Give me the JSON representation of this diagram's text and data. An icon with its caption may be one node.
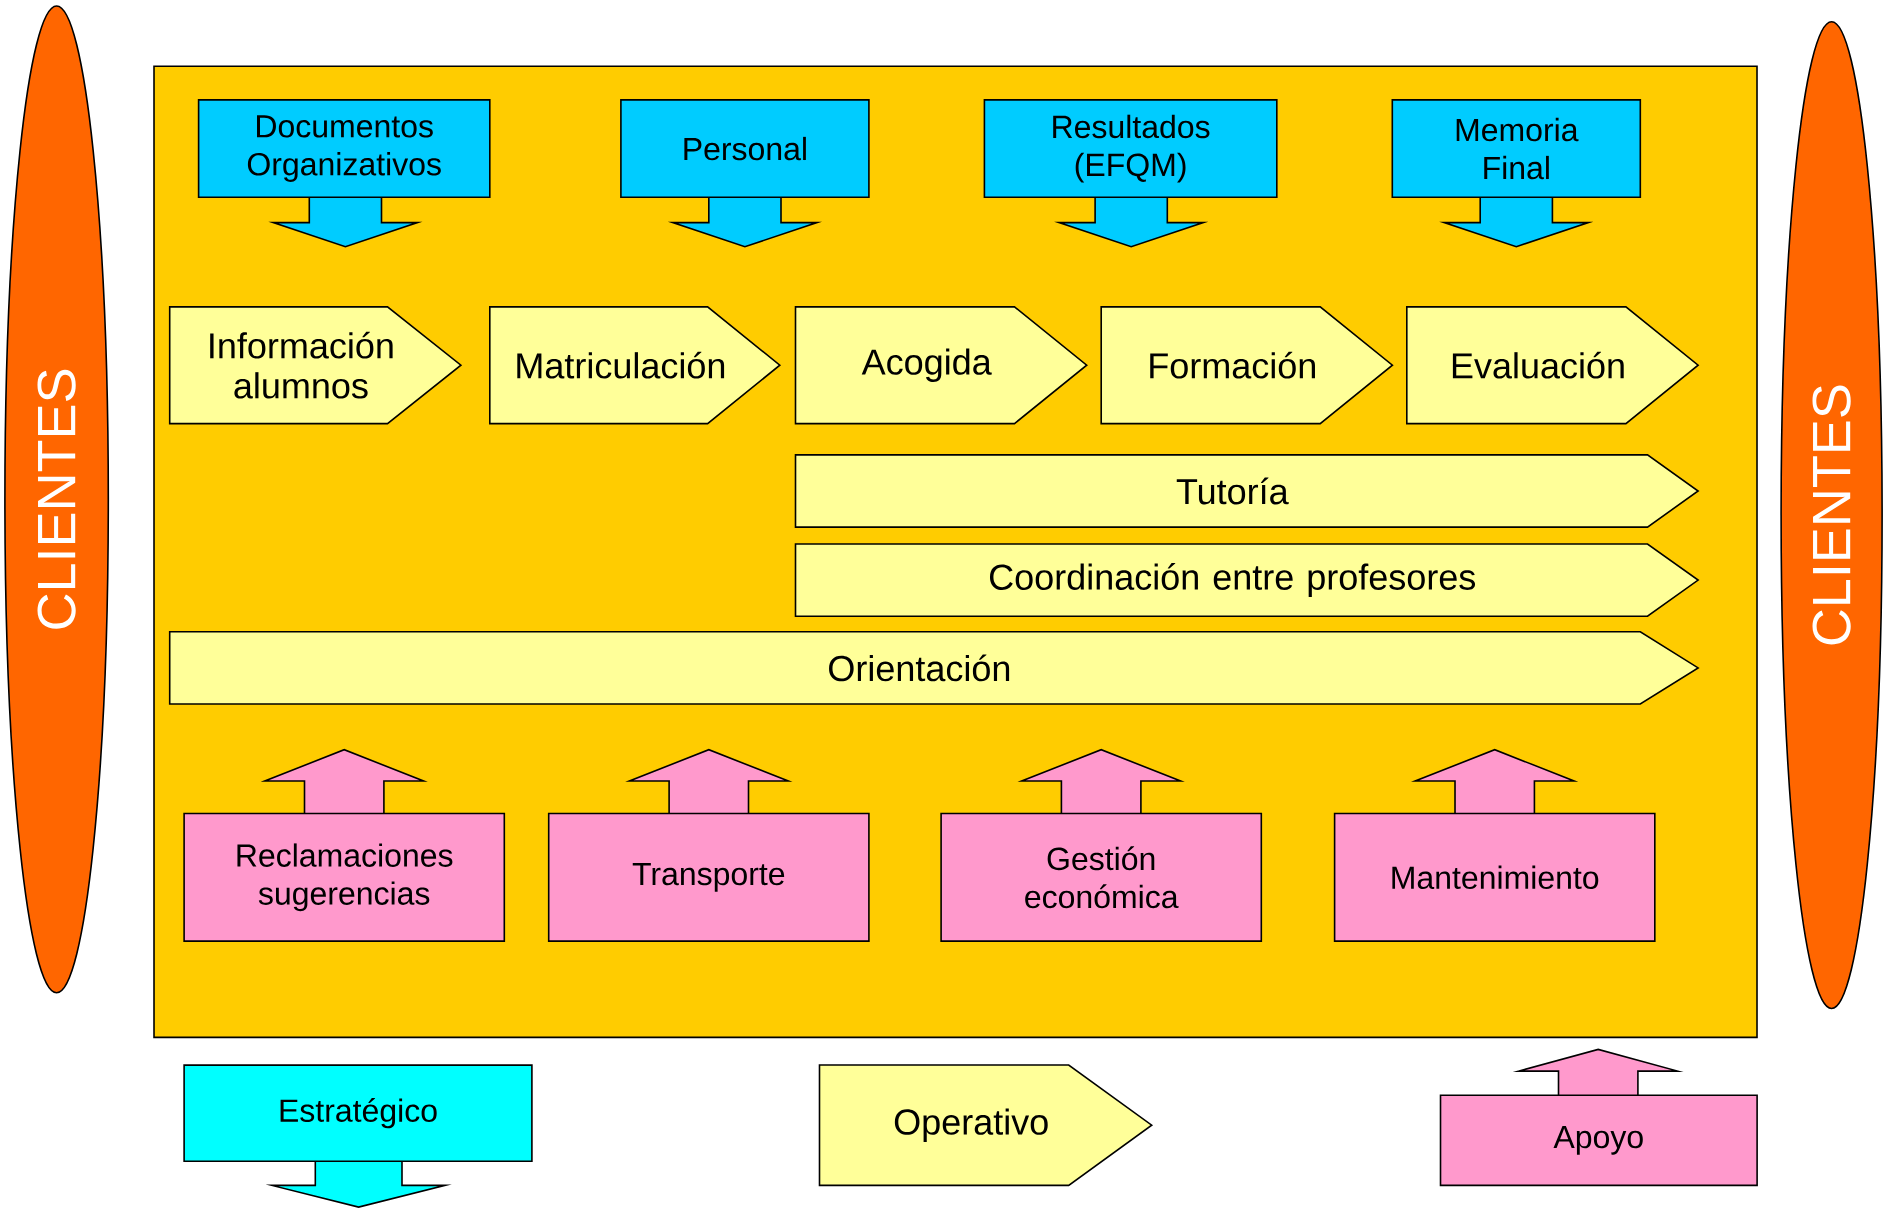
{
  "diagram": {
    "nodes": [
      {
        "text": [
          "CLIENTES"
        ]
      },
      {
        "text": [
          "CLIENTES"
        ]
      },
      {
        "text": [],
        "shape": "box"
      },
      {
        "text": [
          "Documentos Organizativos"
        ],
        "in": 2
      },
      {
        "text": [
          "Personal"
        ],
        "in": 2
      },
      {
        "text": [
          "Resultados (EFQM)"
        ],
        "in": 2
      },
      {
        "text": [
          "Memoria Final"
        ],
        "in": 2
      },
      {
        "text": [
          "Información alumnos"
        ],
        "in": 2
      },
      {
        "text": [
          "Matriculación"
        ],
        "in": 2
      },
      {
        "text": [
          "Acogida"
        ],
        "in": 2
      },
      {
        "text": [
          "Formación"
        ],
        "in": 2
      },
      {
        "text": [
          "Evaluación"
        ],
        "in": 2
      },
      {
        "text": [
          "Tutoría"
        ],
        "in": 2
      },
      {
        "text": [
          "Coordinación entre profesores"
        ],
        "in": 2
      },
      {
        "text": [
          "Orientación"
        ],
        "in": 2
      },
      {
        "text": [
          "Reclamaciones sugerencias"
        ],
        "in": 2
      },
      {
        "text": [
          "Transporte"
        ],
        "in": 2
      },
      {
        "text": [
          "Gestión económica"
        ],
        "in": 2
      },
      {
        "text": [
          "Mantenimiento"
        ],
        "in": 2
      }
    ],
    "legend": [
      {
        "text": "Estratégico",
        "color": "#00ffff"
      },
      {
        "text": "Operativo",
        "color": "#ffff99"
      },
      {
        "text": "Apoyo",
        "color": "#ff99cc"
      }
    ]
  }
}
